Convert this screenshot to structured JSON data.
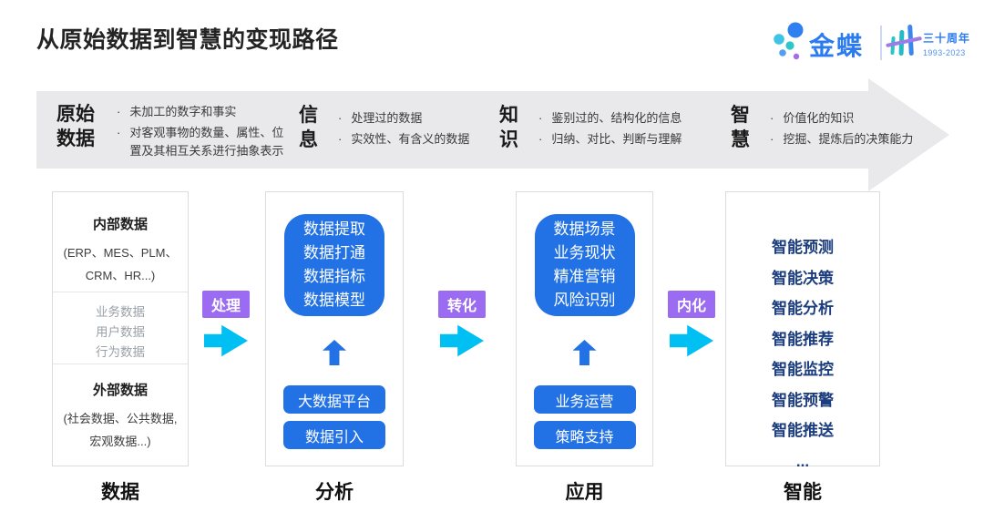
{
  "title": "从原始数据到智慧的变现路径",
  "logo": {
    "brand": "金蝶",
    "anniversary": "三十周年",
    "years": "1993-2023"
  },
  "banner": {
    "stages": [
      {
        "name": "原始数据",
        "points": [
          "未加工的数字和事实",
          "对客观事物的数量、属性、位置及其相互关系进行抽象表示"
        ]
      },
      {
        "name": "信息",
        "points": [
          "处理过的数据",
          "实效性、有含义的数据"
        ]
      },
      {
        "name": "知识",
        "points": [
          "鉴别过的、结构化的信息",
          "归纳、对比、判断与理解"
        ]
      },
      {
        "name": "智慧",
        "points": [
          "价值化的知识",
          "挖掘、提炼后的决策能力"
        ]
      }
    ]
  },
  "connectors": [
    {
      "label": "处理"
    },
    {
      "label": "转化"
    },
    {
      "label": "内化"
    }
  ],
  "columns": [
    {
      "footer": "数据",
      "sections": [
        {
          "title": "内部数据",
          "subtitle": "(ERP、MES、PLM、CRM、HR...)"
        },
        {
          "items": [
            "业务数据",
            "用户数据",
            "行为数据"
          ]
        },
        {
          "title": "外部数据",
          "subtitle": "(社会数据、公共数据,宏观数据...)"
        }
      ]
    },
    {
      "footer": "分析",
      "card_lines": [
        "数据提取",
        "数据打通",
        "数据指标",
        "数据模型"
      ],
      "buttons": [
        "大数据平台",
        "数据引入"
      ]
    },
    {
      "footer": "应用",
      "card_lines": [
        "数据场景",
        "业务现状",
        "精准营销",
        "风险识别"
      ],
      "buttons": [
        "业务运营",
        "策略支持"
      ]
    },
    {
      "footer": "智能",
      "items": [
        "智能预测",
        "智能决策",
        "智能分析",
        "智能推荐",
        "智能监控",
        "智能预警",
        "智能推送",
        "..."
      ]
    }
  ],
  "icons": {
    "logo_dots": "kingdee-dots",
    "anniversary_mark": "thirty-strokes",
    "flow_arrow": "right-arrow",
    "up_arrow": "up-arrow",
    "banner_shape": "right-banner-arrow"
  },
  "colors": {
    "accent_blue": "#2272E6",
    "navy_text": "#1C3D7E",
    "connector_purple": "#9B6BF2",
    "arrow_cyan": "#00BFF3",
    "banner_gray": "#E9E9EB",
    "brand_blue": "#2B7BF0"
  }
}
